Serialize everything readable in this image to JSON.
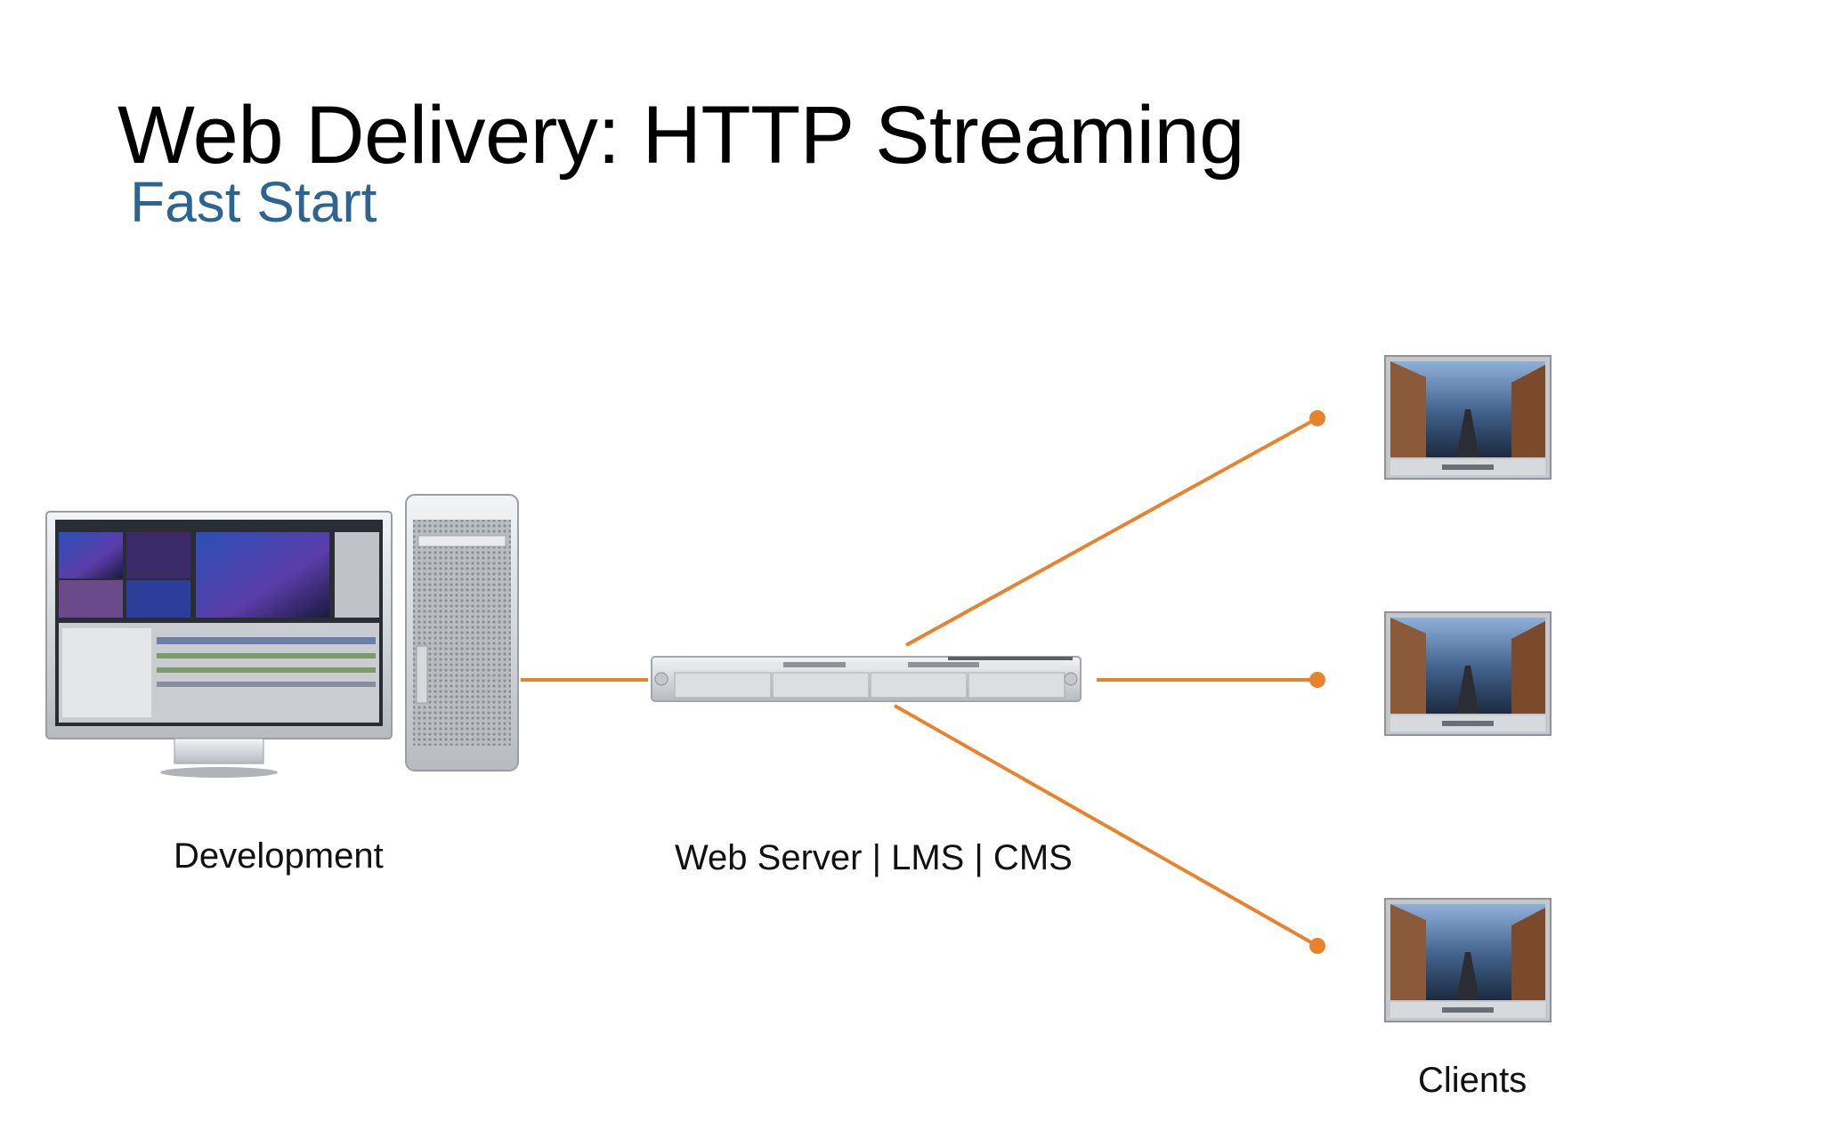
{
  "slide": {
    "title": "Web Delivery: HTTP Streaming",
    "subtitle": "Fast Start",
    "nodes": {
      "development": "Development",
      "server": "Web Server | LMS | CMS",
      "clients": "Clients"
    }
  },
  "icons": {
    "development": [
      "monitor-icon",
      "tower-computer-icon"
    ],
    "server": "rack-server-icon",
    "clients": [
      "video-player-icon",
      "video-player-icon",
      "video-player-icon"
    ]
  },
  "colors": {
    "title": "#000000",
    "subtitle": "#2d6592",
    "connector": "#e8822c"
  }
}
